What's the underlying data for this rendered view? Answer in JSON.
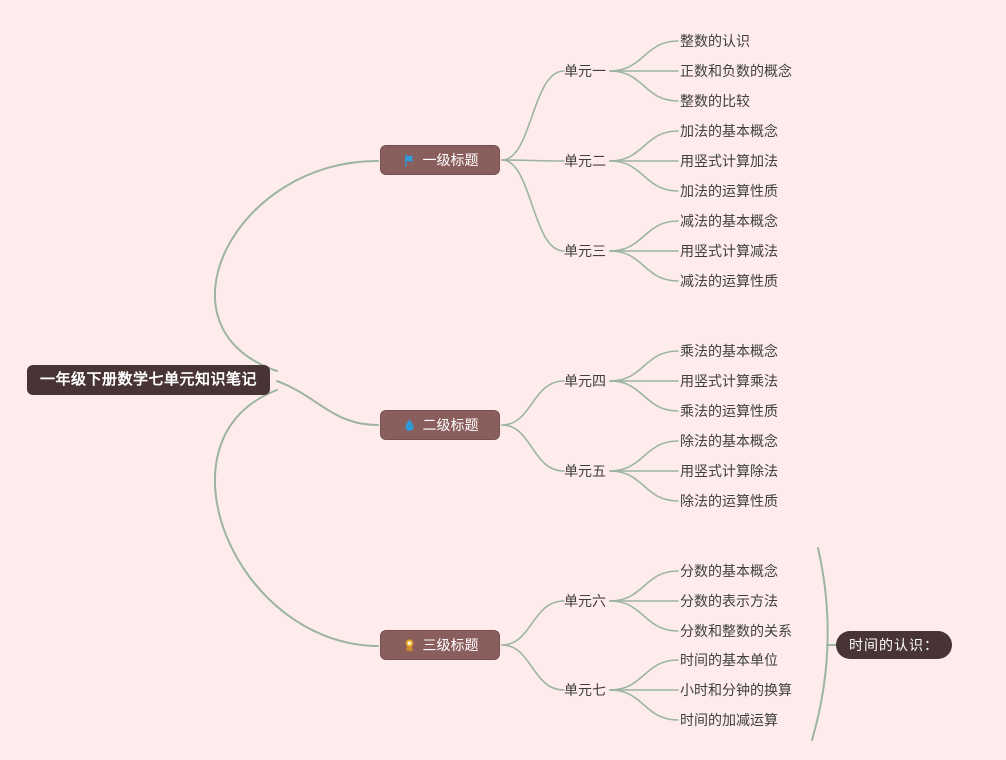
{
  "theme": {
    "bg": "#fdeceb",
    "line": "#9cb4a1",
    "node_dark_bg": "#483335",
    "node_dark_text": "#ffffff",
    "branch_bg": "#8b5e5e",
    "branch_text": "#ffffff",
    "text": "#3f3f3f",
    "icon_blue": "#2e9ad8",
    "icon_gold": "#f2b53c",
    "icon_gold_dark": "#d28e2a",
    "icon_gold_inner": "#fdf3dc"
  },
  "root": {
    "label": "一年级下册数学七单元知识笔记"
  },
  "branches": [
    {
      "label": "一级标题",
      "icon": "flag-icon",
      "units": [
        {
          "label": "单元一",
          "leaves": [
            "整数的认识",
            "正数和负数的概念",
            "整数的比较"
          ]
        },
        {
          "label": "单元二",
          "leaves": [
            "加法的基本概念",
            "用竖式计算加法",
            "加法的运算性质"
          ]
        },
        {
          "label": "单元三",
          "leaves": [
            "减法的基本概念",
            "用竖式计算减法",
            "减法的运算性质"
          ]
        }
      ]
    },
    {
      "label": "二级标题",
      "icon": "flame-icon",
      "units": [
        {
          "label": "单元四",
          "leaves": [
            "乘法的基本概念",
            "用竖式计算乘法",
            "乘法的运算性质"
          ]
        },
        {
          "label": "单元五",
          "leaves": [
            "除法的基本概念",
            "用竖式计算除法",
            "除法的运算性质"
          ]
        }
      ]
    },
    {
      "label": "三级标题",
      "icon": "medal-icon",
      "units": [
        {
          "label": "单元六",
          "leaves": [
            "分数的基本概念",
            "分数的表示方法",
            "分数和整数的关系"
          ]
        },
        {
          "label": "单元七",
          "leaves": [
            "时间的基本单位",
            "小时和分钟的换算",
            "时间的加减运算"
          ]
        }
      ]
    }
  ],
  "summary": {
    "label": "时间的认识："
  }
}
